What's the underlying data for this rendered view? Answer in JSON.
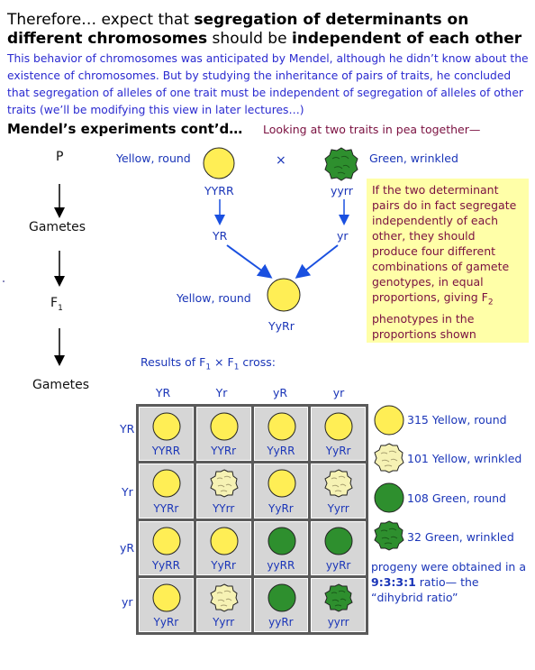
{
  "headline": {
    "pre": "Therefore… expect that ",
    "bold1": "segregation of determinants on different chromosomes",
    "mid": " should be ",
    "bold2": "independent of each other"
  },
  "intro": "This behavior of chromosomes was anticipated by Mendel, although he didn’t know about the existence of chromosomes.  But by studying the inheritance of pairs of traits, he concluded that segregation of alleles of one trait must be independent of segregation of alleles of other traits (we’ll be modifying this view in later lectures…)",
  "section": {
    "title": "Mendel’s experiments cont’d…",
    "note": "Looking at two traits in pea together—"
  },
  "stages": {
    "p": "P",
    "gametes1": "Gametes",
    "f1_base": "F",
    "f1_sub": "1",
    "gametes2": "Gametes"
  },
  "cross": {
    "parent1_pheno": "Yellow, round",
    "parent1_geno": "YYRR",
    "times": "×",
    "parent2_pheno": "Green, wrinkled",
    "parent2_geno": "yyrr",
    "gamete1": "YR",
    "gamete2": "yr",
    "f1_pheno": "Yellow, round",
    "f1_geno": "YyRr"
  },
  "note": {
    "text_a": "If the two determinant pairs do in fact segregate independently of each other, they should produce four different combinations of gamete genotypes, in equal proportions, giving F",
    "text_sub": "2",
    "text_b": " phenotypes in the proportions shown"
  },
  "results_label": {
    "pre": "Results of F",
    "sub1": "1",
    "mid": " × F",
    "sub2": "1",
    "post": " cross:"
  },
  "punnett": {
    "col_headers": [
      "YR",
      "Yr",
      "yR",
      "yr"
    ],
    "row_headers": [
      "YR",
      "Yr",
      "yR",
      "yr"
    ],
    "cells": [
      [
        "YYRR",
        "YYRr",
        "YyRR",
        "YyRr"
      ],
      [
        "YYRr",
        "YYrr",
        "YyRr",
        "Yyrr"
      ],
      [
        "YyRR",
        "YyRr",
        "yyRR",
        "yyRr"
      ],
      [
        "YyRr",
        "Yyrr",
        "yyRr",
        "yyrr"
      ]
    ]
  },
  "results": [
    {
      "count": "315",
      "label": "Yellow, round"
    },
    {
      "count": "101",
      "label": "Yellow, wrinkled"
    },
    {
      "count": "108",
      "label": "Green, round"
    },
    {
      "count": "32",
      "label": "Green, wrinkled"
    }
  ],
  "conclusion": {
    "pre": "progeny were obtained in a ",
    "ratio": "9:3:3:1",
    "post": " ratio— the “dihybrid ratio”"
  },
  "colors": {
    "yellow": "#ffee55",
    "pale_yellow": "#f6f2b4",
    "green": "#2e8f2e",
    "blue_text": "#1a35b8",
    "maroon_text": "#7a1040",
    "note_bg": "#ffffa8",
    "cell_bg": "#d6d6d6"
  }
}
